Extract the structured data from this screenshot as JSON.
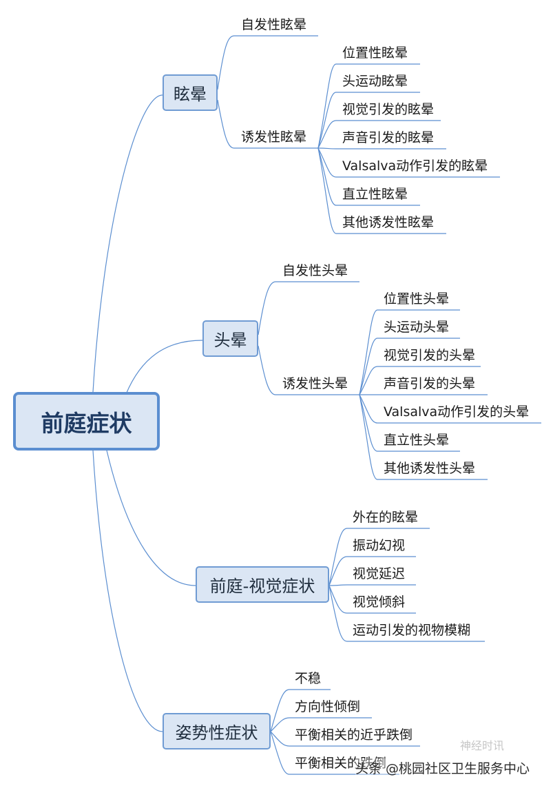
{
  "root": {
    "label": "前庭症状"
  },
  "branches": [
    {
      "label": "眩晕",
      "groups": [
        {
          "label": "自发性眩晕",
          "items": []
        },
        {
          "label": "诱发性眩晕",
          "items": [
            "位置性眩晕",
            "头运动眩晕",
            "视觉引发的眩晕",
            "声音引发的眩晕",
            "Valsalva动作引发的眩晕",
            "直立性眩晕",
            "其他诱发性眩晕"
          ]
        }
      ]
    },
    {
      "label": "头晕",
      "groups": [
        {
          "label": "自发性头晕",
          "items": []
        },
        {
          "label": "诱发性头晕",
          "items": [
            "位置性头晕",
            "头运动头晕",
            "视觉引发的头晕",
            "声音引发的头晕",
            "Valsalva动作引发的头晕",
            "直立性头晕",
            "其他诱发性头晕"
          ]
        }
      ]
    },
    {
      "label": "前庭-视觉症状",
      "items": [
        "外在的眩晕",
        "振动幻视",
        "视觉延迟",
        "视觉倾斜",
        "运动引发的视物模糊"
      ]
    },
    {
      "label": "姿势性症状",
      "items": [
        "不稳",
        "方向性倾倒",
        "平衡相关的近乎跌倒",
        "平衡相关的跌倒"
      ]
    }
  ],
  "watermark": {
    "logo_text": "神经时讯",
    "text": "头条 @桃园社区卫生服务中心"
  },
  "colors": {
    "line": "#5b8ed0",
    "node_fill": "#dbe6f4",
    "node_border": "#6f9bd3"
  }
}
